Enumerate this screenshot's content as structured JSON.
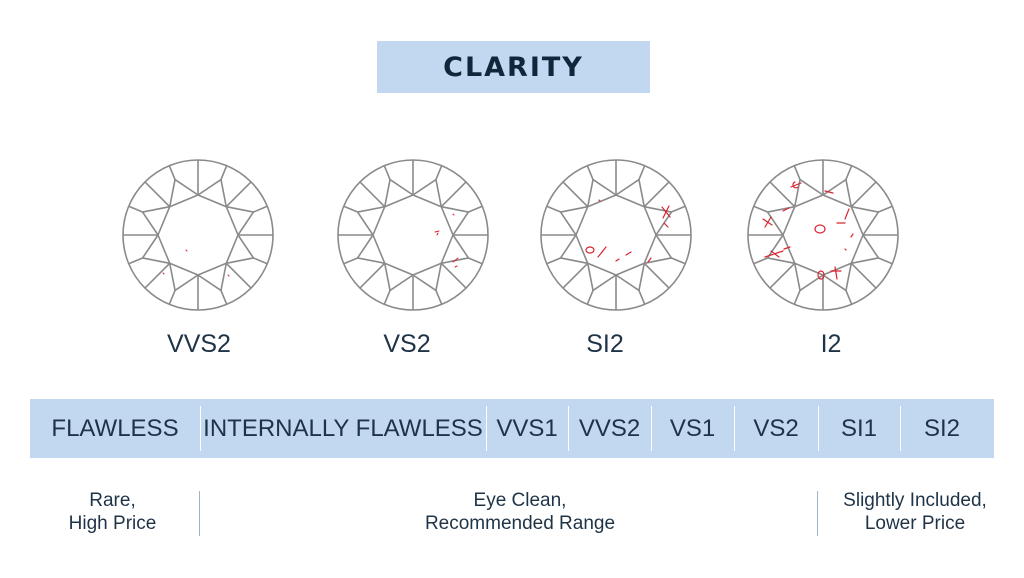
{
  "title": "CLARITY",
  "grades_shown": [
    {
      "label": "VVS2"
    },
    {
      "label": "VS2"
    },
    {
      "label": "SI2"
    },
    {
      "label": "I2"
    }
  ],
  "scale": [
    "FLAWLESS",
    "INTERNALLY FLAWLESS",
    "VVS1",
    "VVS2",
    "VS1",
    "VS2",
    "SI1",
    "SI2"
  ],
  "notes": [
    {
      "line1": "Rare,",
      "line2": "High Price"
    },
    {
      "line1": "Eye Clean,",
      "line2": "Recommended Range"
    },
    {
      "line1": "Slightly Included,",
      "line2": "Lower Price"
    }
  ],
  "colors": {
    "band": "#c2d8f0",
    "text": "#1f3347",
    "diamond_outline": "#8a8a8a",
    "inclusion": "#d9232e"
  },
  "icons": [
    "round-diamond-icon"
  ]
}
